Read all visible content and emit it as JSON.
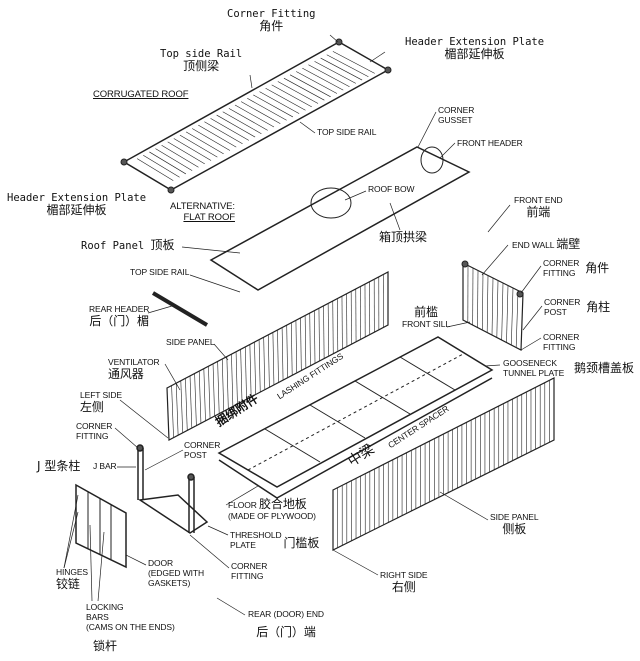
{
  "labels": {
    "corner_fitting_top": {
      "en": "Corner Fitting",
      "zh": "角件"
    },
    "top_side_rail_top": {
      "en": "Top side Rail",
      "zh": "顶侧梁"
    },
    "header_ext_right": {
      "en": "Header Extension Plate",
      "zh": "楣部延伸板"
    },
    "corrugated_roof": "CORRUGATED ROOF",
    "top_side_rail_1": "TOP SIDE RAIL",
    "corner_gusset": [
      "CORNER",
      "GUSSET"
    ],
    "front_header": "FRONT HEADER",
    "header_ext_left": {
      "en": "Header Extension Plate",
      "zh": "楣部延伸板"
    },
    "alt_flat_roof": [
      "ALTERNATIVE:",
      "FLAT ROOF"
    ],
    "roof_bow": "ROOF BOW",
    "roof_bow_zh": "箱顶拱梁",
    "front_end": {
      "en": "FRONT END",
      "zh": "前端"
    },
    "roof_panel": {
      "en": "Roof Panel",
      "zh": "顶板"
    },
    "end_wall": {
      "en": "END WALL",
      "zh": "端壁"
    },
    "top_side_rail_2": "TOP SIDE RAIL",
    "corner_fitting_end": {
      "en": [
        "CORNER",
        "FITTING"
      ],
      "zh": "角件"
    },
    "rear_header": {
      "en": "REAR HEADER",
      "zh": "后（门）楣"
    },
    "corner_post_end": {
      "en": [
        "CORNER",
        "POST"
      ],
      "zh": "角柱"
    },
    "front_sill": {
      "en": "FRONT SILL",
      "zh": "前槛"
    },
    "side_panel_left": "SIDE PANEL",
    "ventilator": {
      "en": "VENTILATOR",
      "zh": "通风器"
    },
    "corner_fitting_end2": [
      "CORNER",
      "FITTING"
    ],
    "gooseneck": {
      "en": [
        "GOOSENECK",
        "TUNNEL PLATE"
      ],
      "zh": "鹅颈槽盖板"
    },
    "left_side": {
      "en": "LEFT SIDE",
      "zh": "左侧"
    },
    "lashing": {
      "en": "LASHING FITTINGS",
      "zh": "捆绑附件"
    },
    "corner_fitting_rear": [
      "CORNER",
      "FITTING"
    ],
    "corner_post_rear": [
      "CORNER",
      "POST"
    ],
    "j_bar": {
      "en": "J BAR",
      "zh": "J 型条柱"
    },
    "center_spacer": {
      "en": "CENTER SPACER",
      "zh": "中梁"
    },
    "floor": {
      "en": "FLOOR",
      "zh": "胶合地板",
      "sub": "(MADE OF PLYWOOD)"
    },
    "side_panel_right": {
      "en": "SIDE PANEL",
      "zh": "侧板"
    },
    "threshold": {
      "en": [
        "THRESHOLD",
        "PLATE"
      ],
      "zh": "门槛板"
    },
    "hinges": {
      "en": "HINGES",
      "zh": "铰链"
    },
    "door": [
      "DOOR",
      "(EDGED WITH",
      "GASKETS)"
    ],
    "corner_fitting_bottom": [
      "CORNER",
      "FITTING"
    ],
    "right_side": {
      "en": "RIGHT SIDE",
      "zh": "右侧"
    },
    "locking_bars": {
      "en": [
        "LOCKING",
        "BARS",
        "(CAMS ON THE ENDS)"
      ],
      "zh": "锁杆"
    },
    "rear_end": {
      "en": "REAR (DOOR) END",
      "zh": "后（门）端"
    }
  }
}
